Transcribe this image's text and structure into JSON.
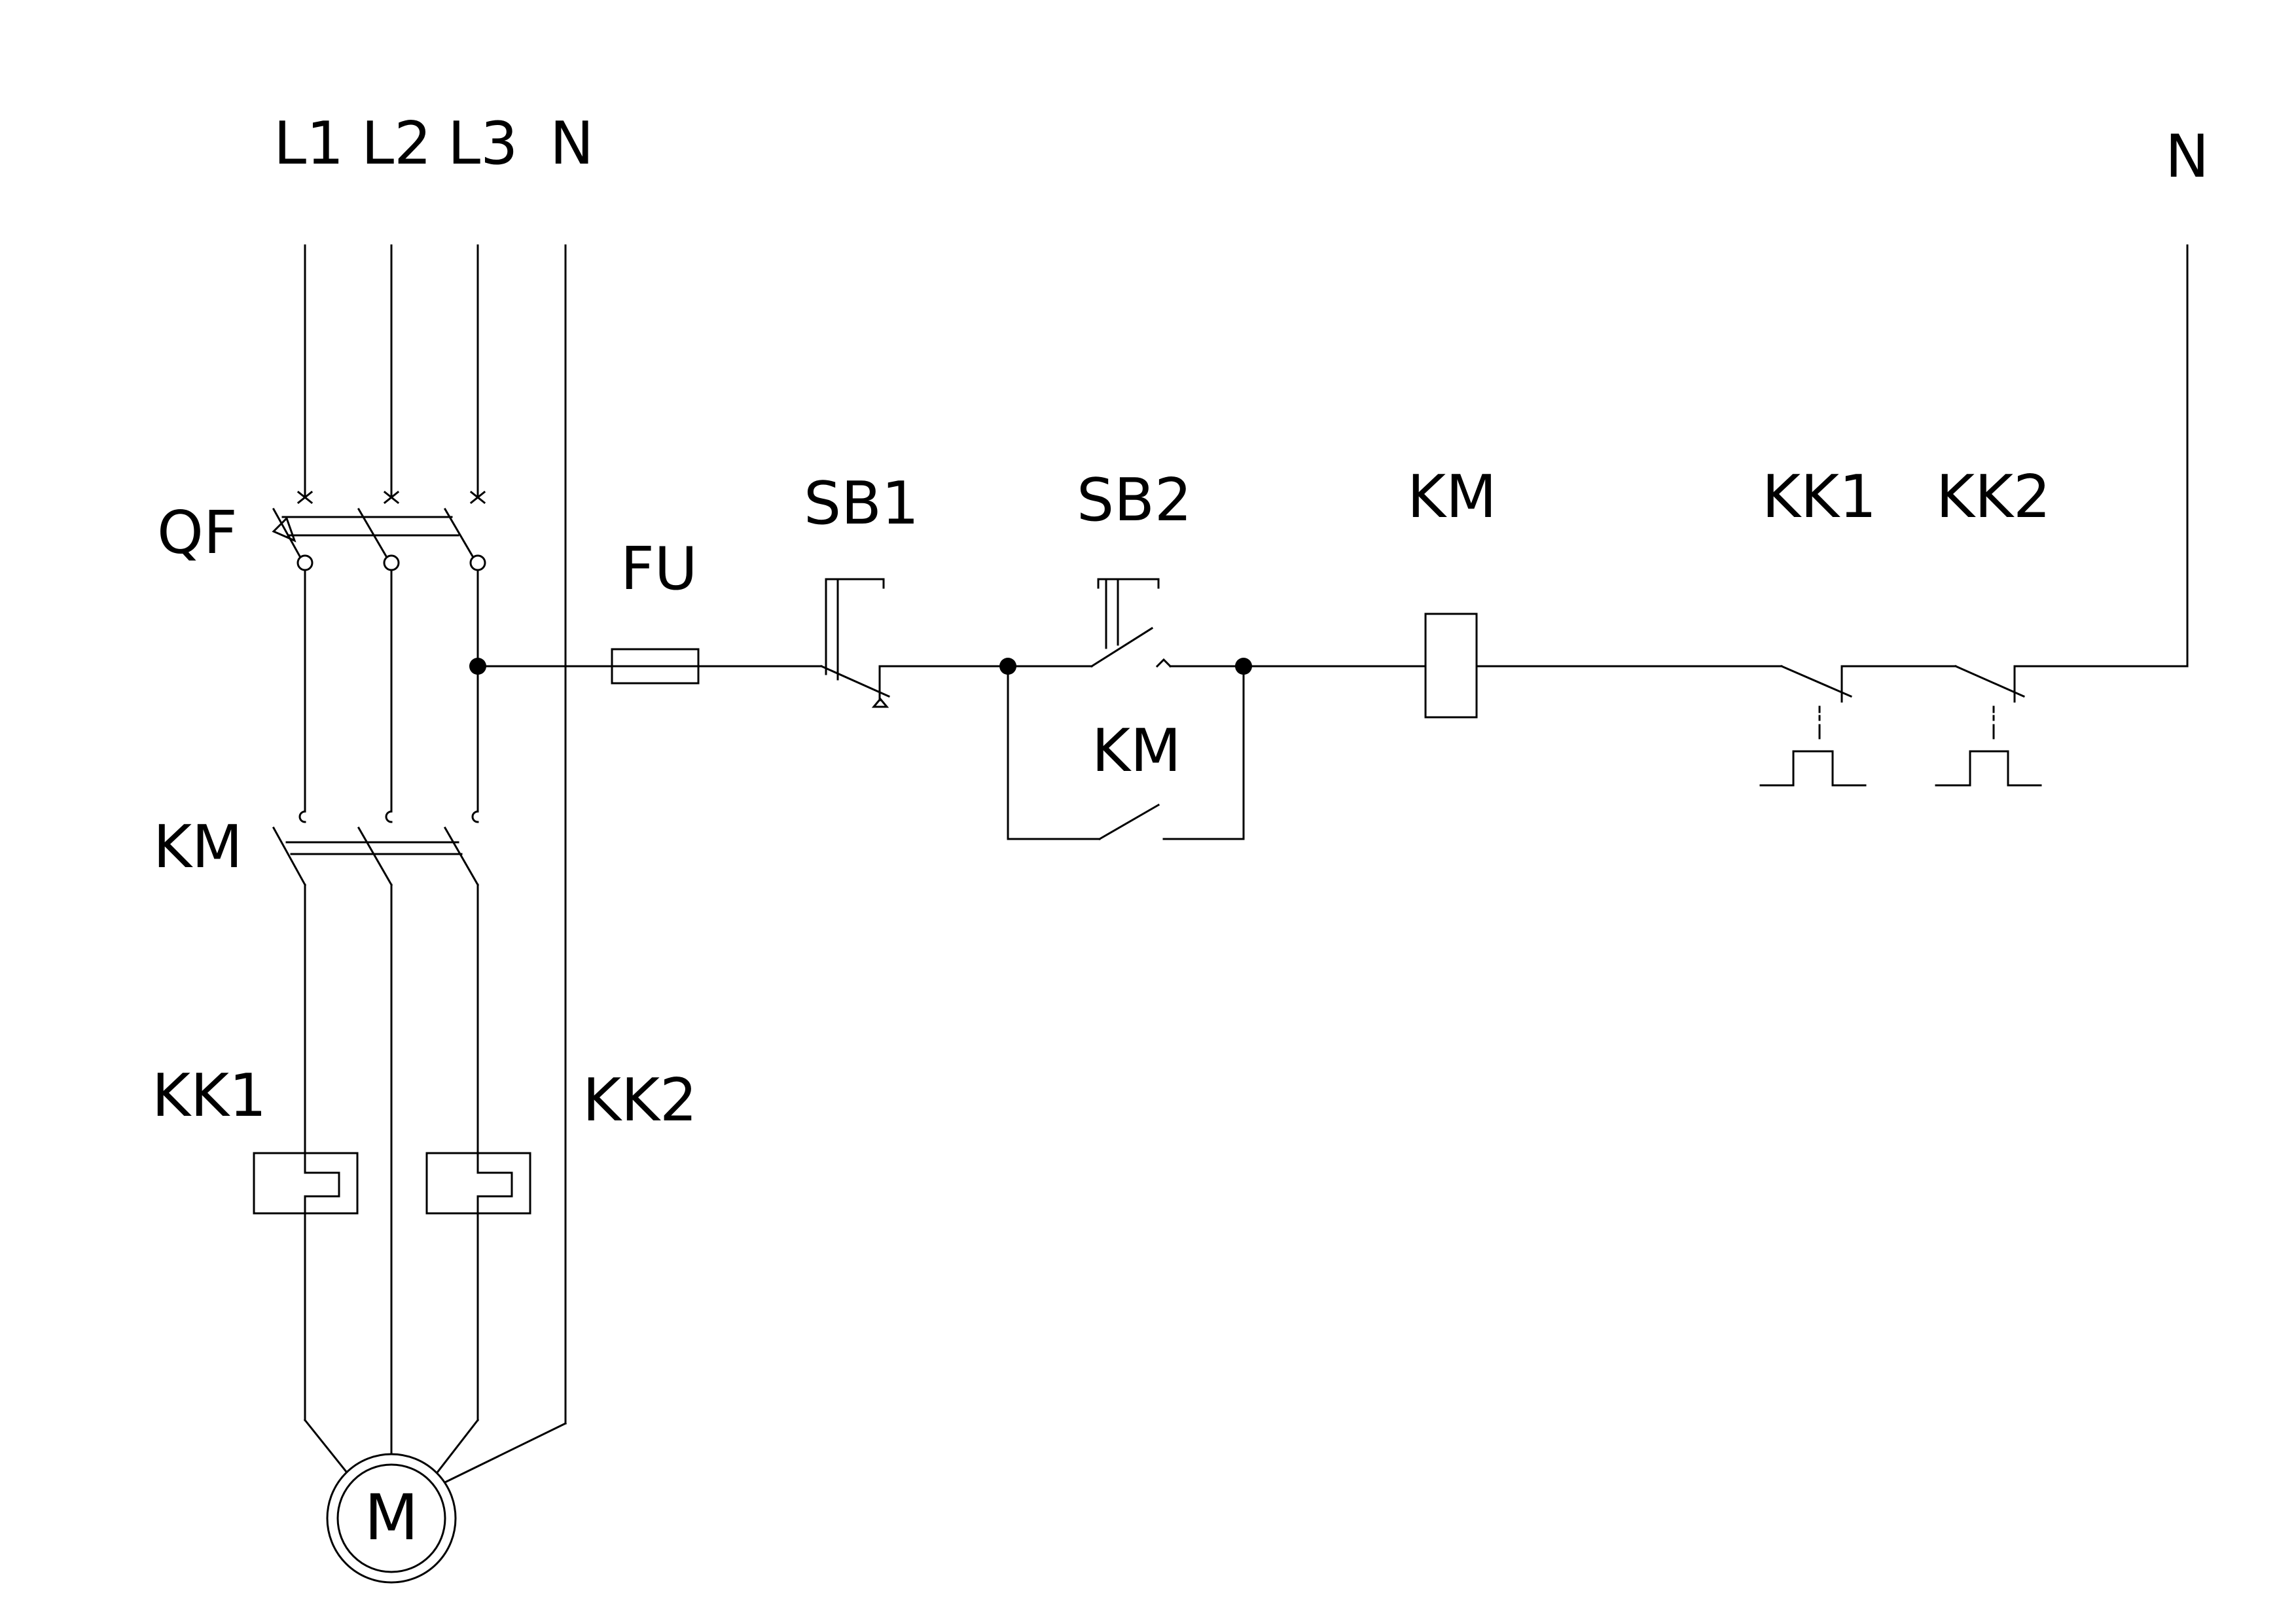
{
  "labels": {
    "l1": "L1",
    "l2": "L2",
    "l3": "L3",
    "n_left": "N",
    "n_right": "N",
    "qf": "QF",
    "km_main": "KM",
    "kk1_main": "KK1",
    "kk2_main": "KK2",
    "fu": "FU",
    "sb1": "SB1",
    "sb2": "SB2",
    "km_aux": "KM",
    "km_coil": "KM",
    "kk1_ctrl": "KK1",
    "kk2_ctrl": "KK2",
    "motor": "M"
  },
  "colors": {
    "line": "#000000",
    "background": "#ffffff"
  }
}
